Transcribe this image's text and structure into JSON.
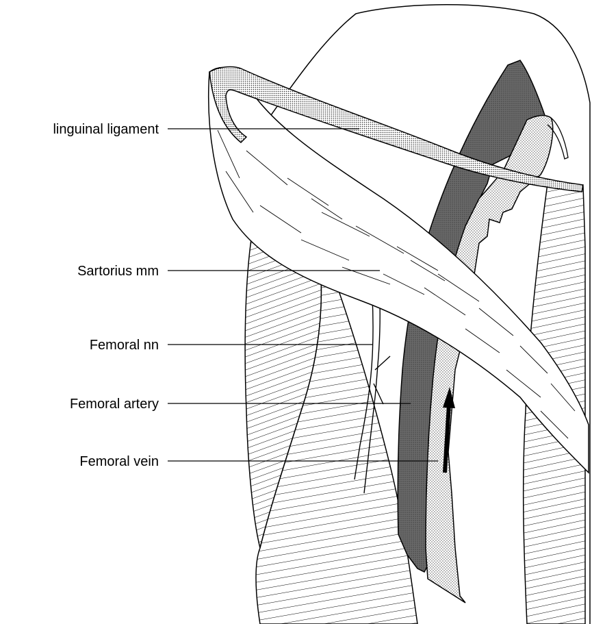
{
  "labels": {
    "inguinal": "linguinal ligament",
    "sartorius": "Sartorius mm",
    "nerve": "Femoral nn",
    "artery": "Femoral artery",
    "vein": "Femoral vein"
  },
  "colors": {
    "background": "#ffffff",
    "ink": "#000000",
    "artery_fill": "#666666",
    "vein_fill": "#dddddd",
    "ligament_fill": "#bbbbbb"
  },
  "icons": {
    "flow_arrow": "arrow-up-icon"
  }
}
